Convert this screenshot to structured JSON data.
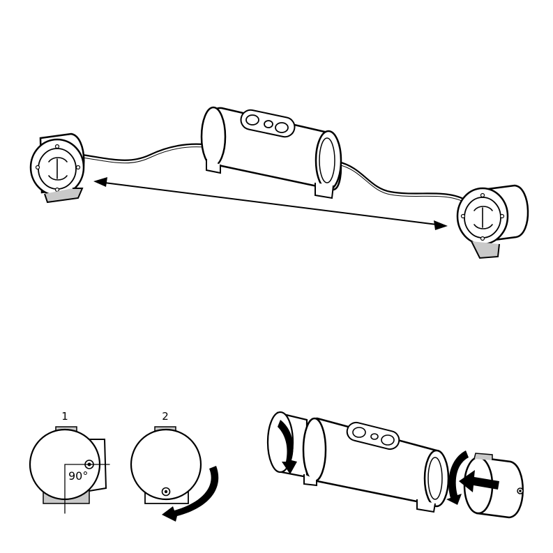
{
  "step_labels": {
    "step1": "1",
    "step2": "2"
  },
  "angle_label": "90°",
  "colors": {
    "ink": "#000000",
    "background": "#ffffff",
    "shade": "#c9c9c9"
  },
  "icons": [
    "speaker-icon",
    "subwoofer-icon",
    "double-arrow-icon",
    "rotate-arrow-icon",
    "push-arrow-icon"
  ]
}
